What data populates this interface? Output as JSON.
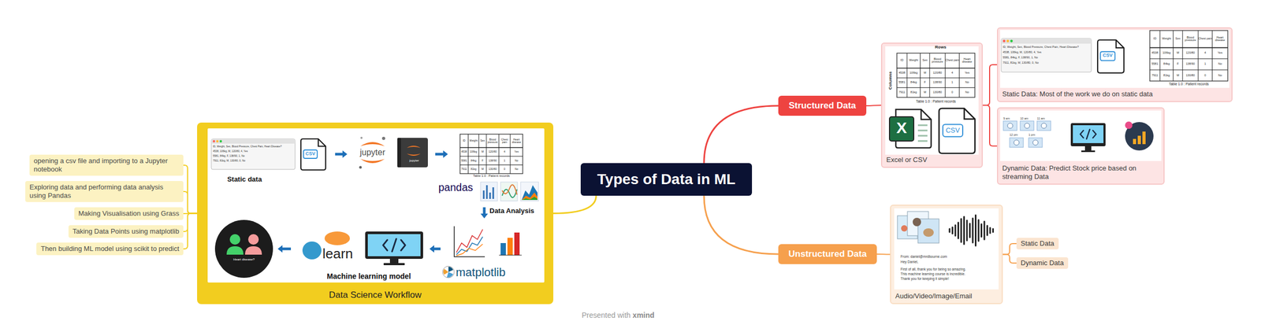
{
  "diagram": {
    "nodes": [
      {
        "text": [
          "Types of Data in ML"
        ]
      },
      {
        "text": [
          "Data Science Workflow"
        ]
      },
      {
        "text": [
          "opening a csv file and importing to a Jupyter notebook"
        ]
      },
      {
        "text": [
          "Exploring data and performing data analysis using Pandas"
        ]
      },
      {
        "text": [
          "Making Visualisation using Grass"
        ]
      },
      {
        "text": [
          "Taking Data Points using matplotlib"
        ]
      },
      {
        "text": [
          "Then building ML model using scikit to predict"
        ]
      },
      {
        "text": [
          "Structured Data"
        ]
      },
      {
        "text": [
          "Excel or CSV"
        ]
      },
      {
        "text": [
          "Static Data: Most of the work we do on static data"
        ]
      },
      {
        "text": [
          "Dynamic Data: Predict Stock price based on streaming Data"
        ]
      },
      {
        "text": [
          "Unstructured Data"
        ]
      },
      {
        "text": [
          "Audio/Video/Image/Email"
        ]
      },
      {
        "text": [
          "Static Data"
        ]
      },
      {
        "text": [
          "Dynamic Data"
        ]
      }
    ],
    "edges": [
      {
        "from": 0,
        "to": 1,
        "arrow": "none"
      },
      {
        "from": 1,
        "to": 2,
        "arrow": "none"
      },
      {
        "from": 1,
        "to": 3,
        "arrow": "none"
      },
      {
        "from": 1,
        "to": 4,
        "arrow": "none"
      },
      {
        "from": 1,
        "to": 5,
        "arrow": "none"
      },
      {
        "from": 1,
        "to": 6,
        "arrow": "none"
      },
      {
        "from": 0,
        "to": 7,
        "arrow": "none"
      },
      {
        "from": 7,
        "to": 8,
        "arrow": "none"
      },
      {
        "from": 8,
        "to": 9,
        "arrow": "none"
      },
      {
        "from": 8,
        "to": 10,
        "arrow": "none"
      },
      {
        "from": 0,
        "to": 11,
        "arrow": "none"
      },
      {
        "from": 11,
        "to": 12,
        "arrow": "none"
      },
      {
        "from": 12,
        "to": 13,
        "arrow": "none"
      },
      {
        "from": 12,
        "to": 14,
        "arrow": "none"
      }
    ],
    "labels": [
      "ID, Weight, Sex, Blood Pressure, Chest Pain, Heart Disease?",
      "4538, 106kg, M, 120/80, 4, Yes",
      "5581, 84kg, F, 138/90, 1, No",
      "7911, 81kg, M, 130/80, 0, No",
      "Static data",
      "CSV",
      "jupyter",
      "jupyter",
      "ID",
      "Weight",
      "Sex",
      "Blood pressure",
      "Chest pain",
      "Heart disease",
      "4538",
      "106kg",
      "M",
      "120/80",
      "4",
      "Yes",
      "5581",
      "84kg",
      "F",
      "138/90",
      "1",
      "No",
      "7911",
      "81kg",
      "M",
      "130/80",
      "0",
      "No",
      "Table 1.0 : Patient records",
      "pandas",
      "Data Analysis",
      "matplotlib",
      "learn",
      "Machine learning model",
      "Heart disease?",
      "Rows",
      "Columns",
      "ID",
      "Weight",
      "Sex",
      "Blood pressure",
      "Chest pain",
      "Heart disease",
      "4538",
      "106kg",
      "M",
      "120/80",
      "4",
      "Yes",
      "5581",
      "84kg",
      "F",
      "138/90",
      "1",
      "No",
      "7911",
      "81kg",
      "M",
      "130/80",
      "0",
      "No",
      "Table 1.0 : Patient records",
      "X",
      "CSV",
      "ID, Weight, Sex, Blood Pressure, Chest Pain, Heart Disease?",
      "4538, 106kg, M, 120/80, 4, Yes",
      "5581, 84kg, F, 138/90, 1, No",
      "7911, 81kg, M, 130/80, 0, No",
      "CSV",
      "ID",
      "Weight",
      "Sex",
      "Blood pressure",
      "Chest pain",
      "Heart disease",
      "4538",
      "106kg",
      "M",
      "120/80",
      "4",
      "Yes",
      "5581",
      "84kg",
      "F",
      "138/90",
      "1",
      "No",
      "7911",
      "81kg",
      "M",
      "130/80",
      "0",
      "No",
      "Table 1.0 : Patient records",
      "9 am",
      "10 am",
      "11 am",
      "12 pm",
      "1 pm",
      "From: daniel@mrdbourne.com",
      "Hey Daniel,",
      "First of all, thank you for being so amazing.",
      "This machine learning course is incredible.",
      "Thank you for keeping it simple!",
      "Presented with",
      "xmind"
    ]
  }
}
